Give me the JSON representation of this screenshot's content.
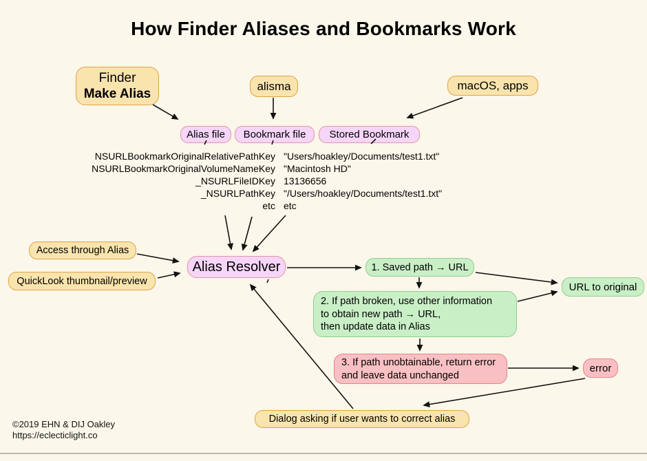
{
  "title": "How Finder Aliases and Bookmarks Work",
  "nodes": {
    "finder": {
      "line1": "Finder",
      "line2": "Make Alias"
    },
    "alisma": {
      "label": "alisma"
    },
    "macos_apps": {
      "label": "macOS, apps"
    },
    "alias_file": {
      "label": "Alias file"
    },
    "bookmark_file": {
      "label": "Bookmark file"
    },
    "stored_bookmark": {
      "label": "Stored Bookmark"
    },
    "access_through_alias": {
      "label": "Access through Alias"
    },
    "quicklook": {
      "label": "QuickLook thumbnail/preview"
    },
    "alias_resolver": {
      "label": "Alias Resolver"
    },
    "step1": {
      "label": "1. Saved path → URL"
    },
    "step2": {
      "lines": [
        "2. If path broken, use other information",
        "to obtain new path → URL,",
        "then update data in Alias"
      ]
    },
    "step3": {
      "lines": [
        "3. If path unobtainable, return error",
        "and leave data unchanged"
      ]
    },
    "url_to_original": {
      "label": "URL to original"
    },
    "error": {
      "label": "error"
    },
    "dialog": {
      "label": "Dialog asking if user wants to correct alias"
    }
  },
  "bookmark_keys": [
    {
      "key": "NSURLBookmarkOriginalRelativePathKey",
      "value": "\"Users/hoakley/Documents/test1.txt\""
    },
    {
      "key": "NSURLBookmarkOriginalVolumeNameKey",
      "value": "\"Macintosh HD\""
    },
    {
      "key": "_NSURLFileIDKey",
      "value": "13136656"
    },
    {
      "key": "_NSURLPathKey",
      "value": "\"/Users/hoakley/Documents/test1.txt\""
    },
    {
      "key": "etc",
      "value": "etc"
    }
  ],
  "footer": {
    "copyright": "©2019 EHN & DIJ Oakley",
    "url": "https://eclecticlight.co"
  },
  "colors": {
    "background": "#FBF7EA",
    "orange_fill": "#FAE4AE",
    "orange_border": "#DFA245",
    "pink_fill": "#F5D5F8",
    "pink_border": "#E595A5",
    "green_fill": "#C9EFC6",
    "green_border": "#90CE90",
    "red_fill": "#F9C0C3",
    "red_border": "#E2848B",
    "arrow": "#111111"
  }
}
